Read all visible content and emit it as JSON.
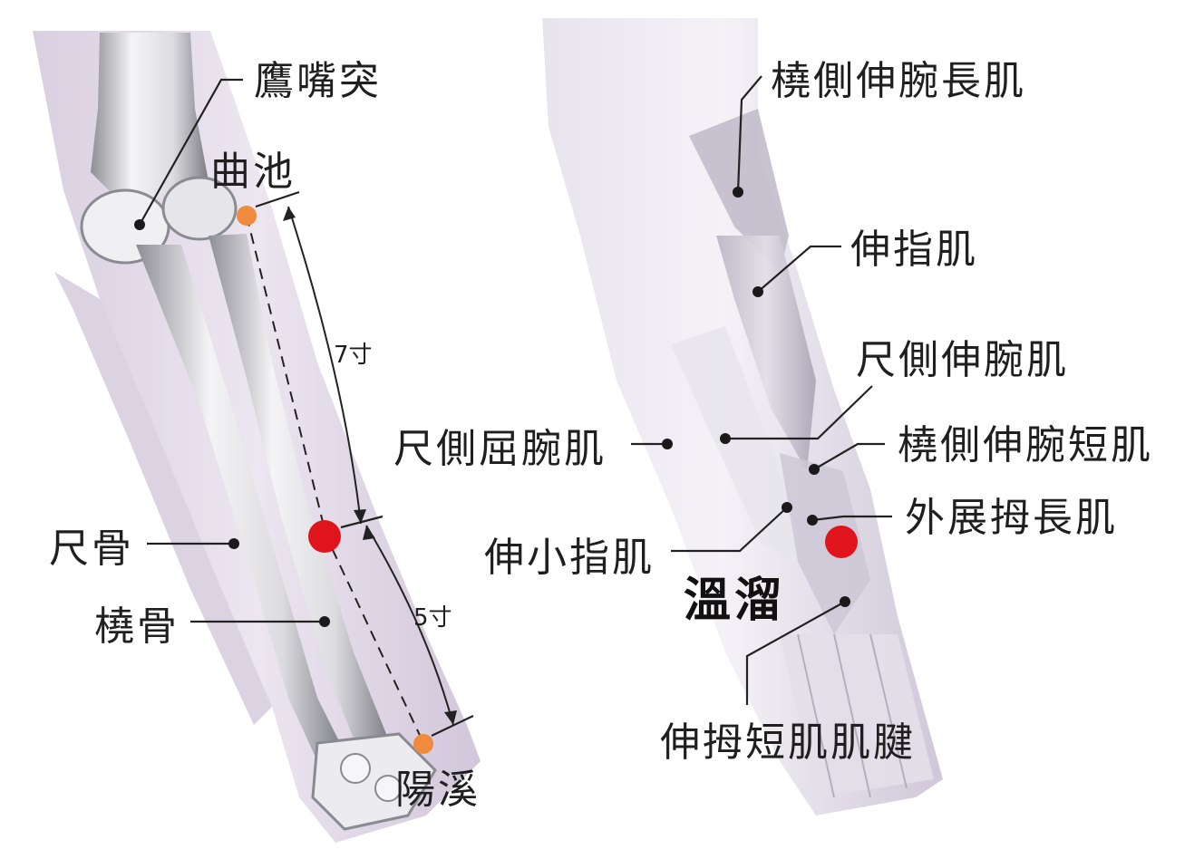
{
  "colors": {
    "skin": "#e4dce9",
    "skin_shadow": "#cabfd4",
    "bone": "#f2f2f4",
    "bone_shadow": "#9a9aa2",
    "muscle": "#d6d3dc",
    "acupoint_main": "#e0141c",
    "acupoint_ref": "#f08a3c",
    "line": "#222222"
  },
  "left_figure": {
    "labels": {
      "olecranon": "鷹嘴突",
      "quchi": "曲池",
      "ulna": "尺骨",
      "radius": "橈骨",
      "yangxi": "陽溪"
    },
    "measurements": {
      "upper": "7寸",
      "lower": "5寸"
    }
  },
  "right_figure": {
    "labels": {
      "ecrl": "橈側伸腕長肌",
      "ed": "伸指肌",
      "ecu": "尺側伸腕肌",
      "fcu": "尺側屈腕肌",
      "ecrb": "橈側伸腕短肌",
      "apl": "外展拇長肌",
      "edm": "伸小指肌",
      "point": "溫溜",
      "epb": "伸拇短肌肌腱"
    }
  }
}
